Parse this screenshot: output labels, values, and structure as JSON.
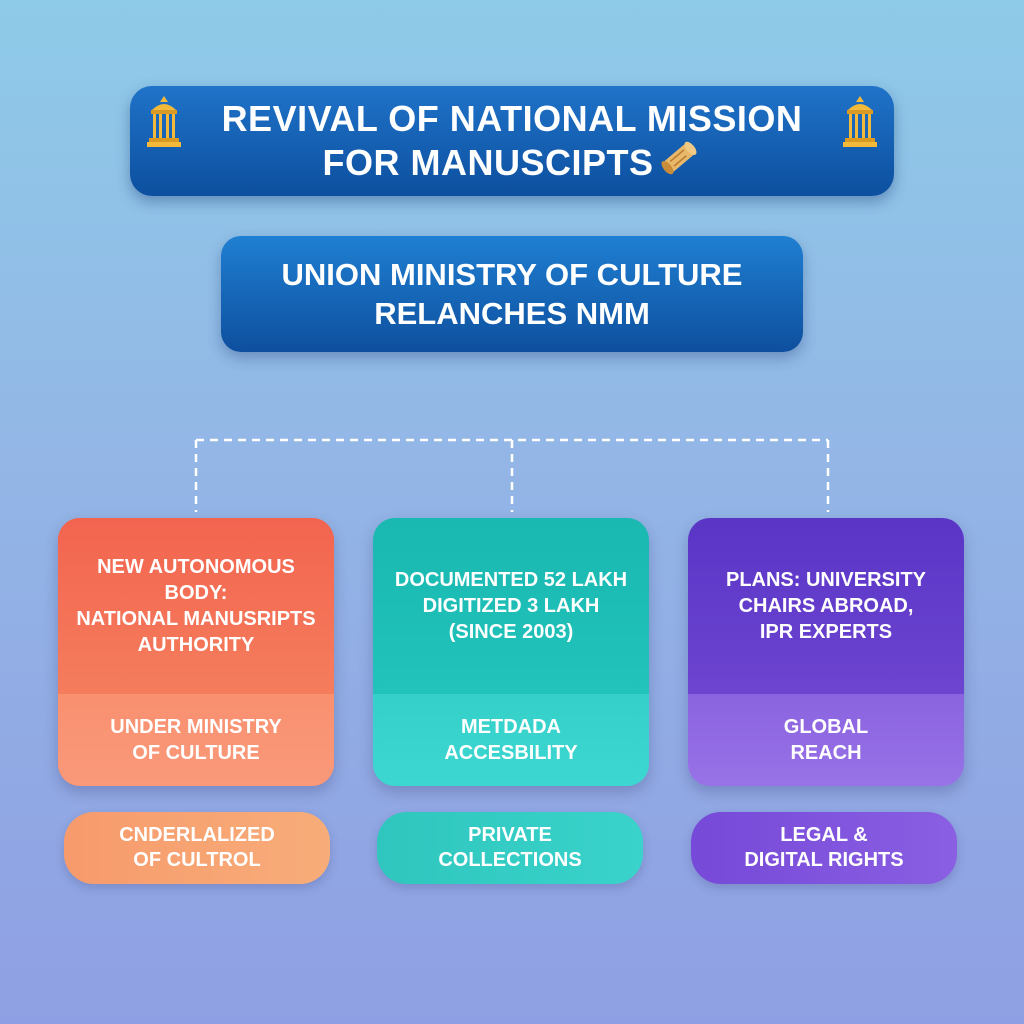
{
  "title": {
    "line1": "REVIVAL OF NATIONAL MISSION",
    "line2": "FOR MANUSCIPTS"
  },
  "subtitle": {
    "line1": "UNION MINISTRY OF CULTURE",
    "line2": "RELANCHES NMM"
  },
  "icons": {
    "left": "temple-icon",
    "right": "temple-icon",
    "title_end": "scroll-icon"
  },
  "colors": {
    "banner": "#0d4f9f",
    "card_1": "#f46e55",
    "card_2": "#1fbeb6",
    "card_3": "#6240ca"
  },
  "cards": [
    {
      "top": "NEW AUTONOMOUS\nBODY:\nNATIONAL MANUSRIPTS\nAUTHORITY",
      "bottom": "UNDER MINISTRY\nOF CULTURE",
      "pill": "CNDERLALIZED\nOF CULTROL"
    },
    {
      "top": "DOCUMENTED 52 LAKH\nDIGITIZED 3 LAKH\n(SINCE 2003)",
      "bottom": "METDADA\nACCESBILITY",
      "pill": "PRIVATE\nCOLLECTIONS"
    },
    {
      "top": "PLANS: UNIVERSITY\nCHAIRS ABROAD,\nIPR EXPERTS",
      "bottom": "GLOBAL\nREACH",
      "pill": "LEGAL &\nDIGITAL RIGHTS"
    }
  ]
}
